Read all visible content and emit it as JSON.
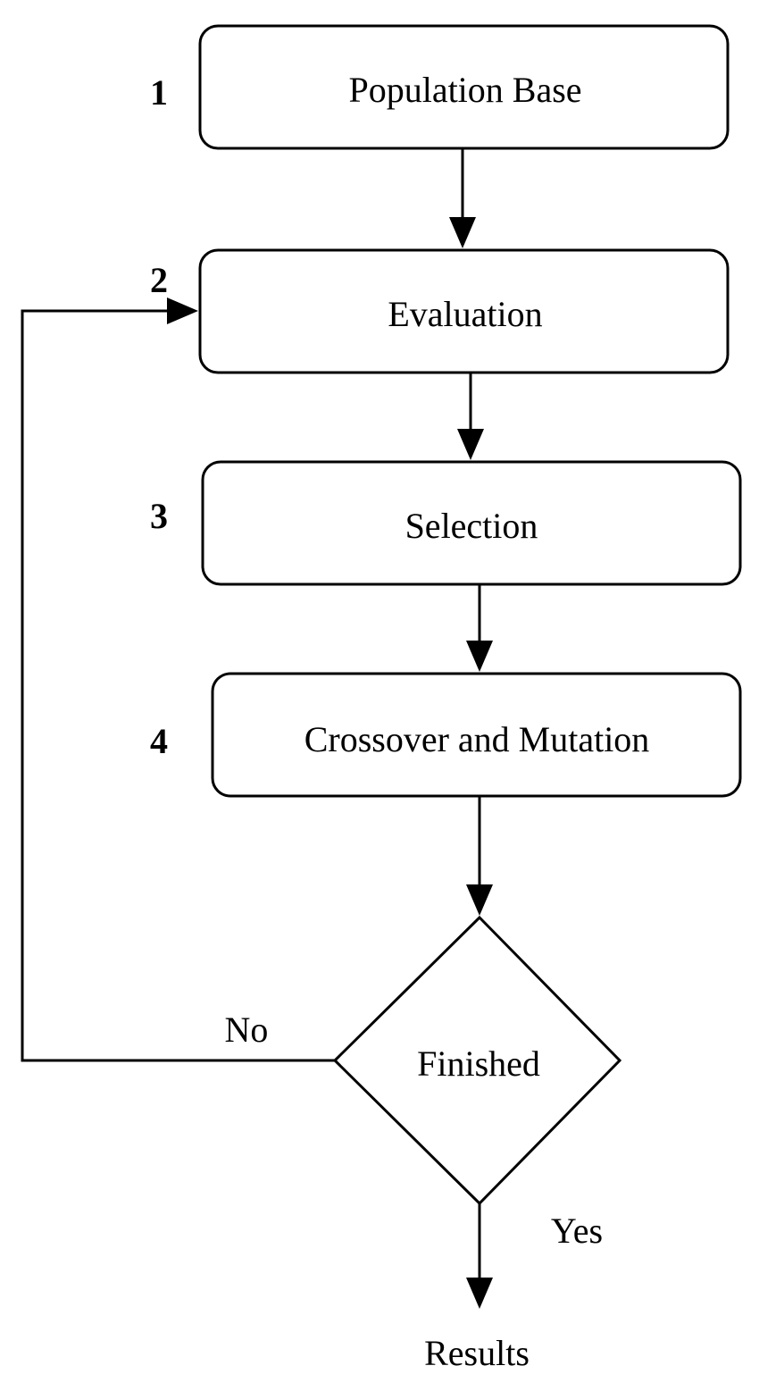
{
  "diagram": {
    "steps": [
      {
        "number": "1",
        "label": "Population Base"
      },
      {
        "number": "2",
        "label": "Evaluation"
      },
      {
        "number": "3",
        "label": "Selection"
      },
      {
        "number": "4",
        "label": "Crossover and Mutation"
      }
    ],
    "decision": {
      "label": "Finished"
    },
    "edges": {
      "no_label": "No",
      "yes_label": "Yes"
    },
    "result": {
      "label": "Results"
    },
    "colors": {
      "stroke": "#000000",
      "fill": "#ffffff",
      "text": "#000000"
    }
  }
}
